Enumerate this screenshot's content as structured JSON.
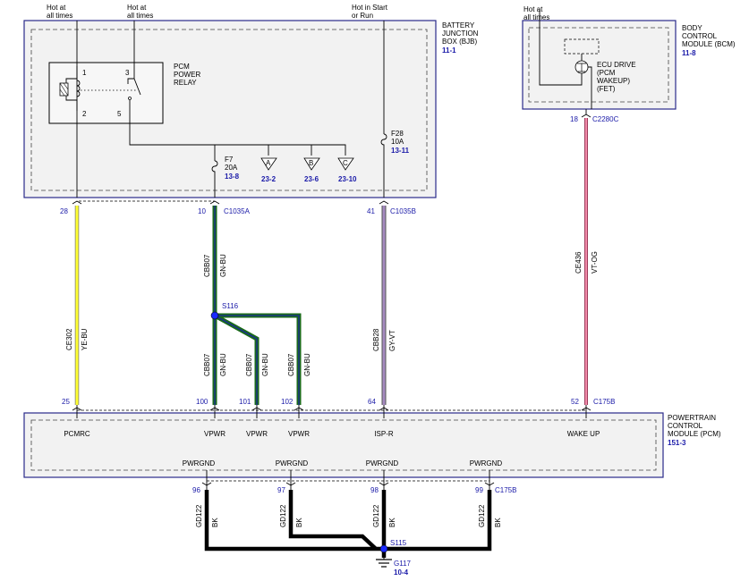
{
  "top_labels": {
    "hot_all_times_1": [
      "Hot at",
      "all times"
    ],
    "hot_all_times_2": [
      "Hot at",
      "all times"
    ],
    "hot_start_run": [
      "Hot in Start",
      "or Run"
    ],
    "hot_all_times_bcm": [
      "Hot at",
      "all times"
    ]
  },
  "bjb": {
    "name": [
      "BATTERY",
      "JUNCTION",
      "BOX (BJB)"
    ],
    "ref": "11-1",
    "relay": {
      "name": [
        "PCM",
        "POWER",
        "RELAY"
      ],
      "pin1": "1",
      "pin2": "2",
      "pin3": "3",
      "pin5": "5"
    },
    "fuse_f7": {
      "id": "F7",
      "rating": "20A",
      "ref": "13-8"
    },
    "fuse_f28": {
      "id": "F28",
      "rating": "10A",
      "ref": "13-11"
    },
    "offpage": [
      {
        "letter": "A",
        "ref": "23-2"
      },
      {
        "letter": "B",
        "ref": "23-6"
      },
      {
        "letter": "C",
        "ref": "23-10"
      }
    ]
  },
  "bcm": {
    "name": [
      "BODY",
      "CONTROL",
      "MODULE (BCM)"
    ],
    "ref": "11-8",
    "ecu_drive": [
      "ECU DRIVE",
      "(PCM",
      "WAKEUP)",
      "(FET)"
    ],
    "pin": "18",
    "connector": "C2280C"
  },
  "connectors_top": {
    "pin28": "28",
    "pin10": "10",
    "c1035a": "C1035A",
    "pin41": "41",
    "c1035b": "C1035B"
  },
  "wires": {
    "ce302": {
      "circuit": "CE302",
      "color": "YE-BU"
    },
    "cbb07_top": {
      "circuit": "CBB07",
      "color": "GN-BU"
    },
    "cbb07_a": {
      "circuit": "CBB07",
      "color": "GN-BU"
    },
    "cbb07_b": {
      "circuit": "CBB07",
      "color": "GN-BU"
    },
    "cbb07_c": {
      "circuit": "CBB07",
      "color": "GN-BU"
    },
    "cbb28": {
      "circuit": "CBB28",
      "color": "GY-VT"
    },
    "ce436": {
      "circuit": "CE436",
      "color": "VT-OG"
    },
    "gd122_a": {
      "circuit": "GD122",
      "color": "BK"
    },
    "gd122_b": {
      "circuit": "GD122",
      "color": "BK"
    },
    "gd122_c": {
      "circuit": "GD122",
      "color": "BK"
    },
    "gd122_d": {
      "circuit": "GD122",
      "color": "BK"
    }
  },
  "splices": {
    "s116": "S116",
    "s115": "S115"
  },
  "pcm": {
    "name": [
      "POWERTRAIN",
      "CONTROL",
      "MODULE (PCM)"
    ],
    "ref": "151-3",
    "top_pins": [
      "25",
      "100",
      "101",
      "102",
      "64",
      "52"
    ],
    "top_connector": "C175B",
    "signals": [
      "PCMRC",
      "VPWR",
      "VPWR",
      "VPWR",
      "ISP-R",
      "WAKE UP"
    ],
    "grounds": [
      "PWRGND",
      "PWRGND",
      "PWRGND",
      "PWRGND"
    ],
    "bottom_pins": [
      "96",
      "97",
      "98",
      "99"
    ],
    "bottom_connector": "C175B"
  },
  "ground": {
    "id": "G117",
    "ref": "10-4"
  },
  "colors": {
    "box_border": "#2a2a8a",
    "box_fill": "#f2f2f2",
    "ye_bu": "#ffff33",
    "gn_bu_outer": "#1a6a1a",
    "gn_bu_inner": "#1a2a9a",
    "gy_vt": "#a58ac0",
    "vt_og": "#f08aa8",
    "bk": "#000000",
    "text_blue": "#1a1aa8"
  }
}
